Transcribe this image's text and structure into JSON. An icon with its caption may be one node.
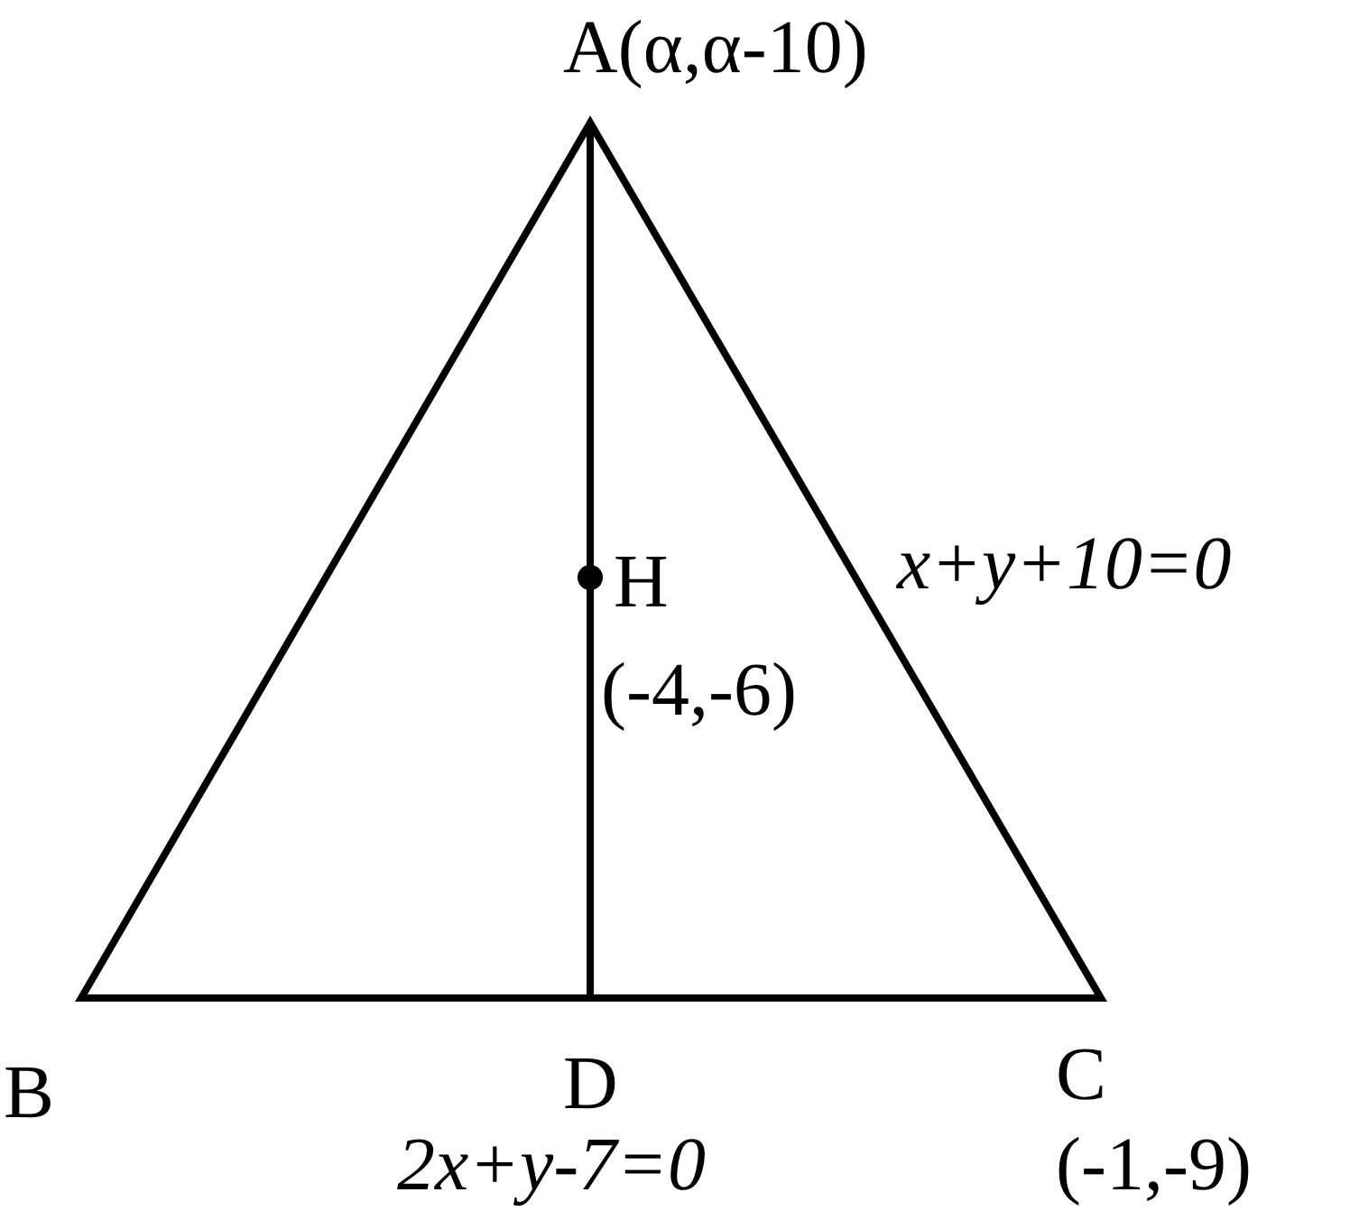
{
  "diagram": {
    "labels": [
      "A(α,α-10)",
      "H",
      "x+y+10=0",
      "(-4,-6)",
      "B",
      "D",
      "C",
      "2x+y-7=0",
      "(-1,-9)"
    ]
  }
}
